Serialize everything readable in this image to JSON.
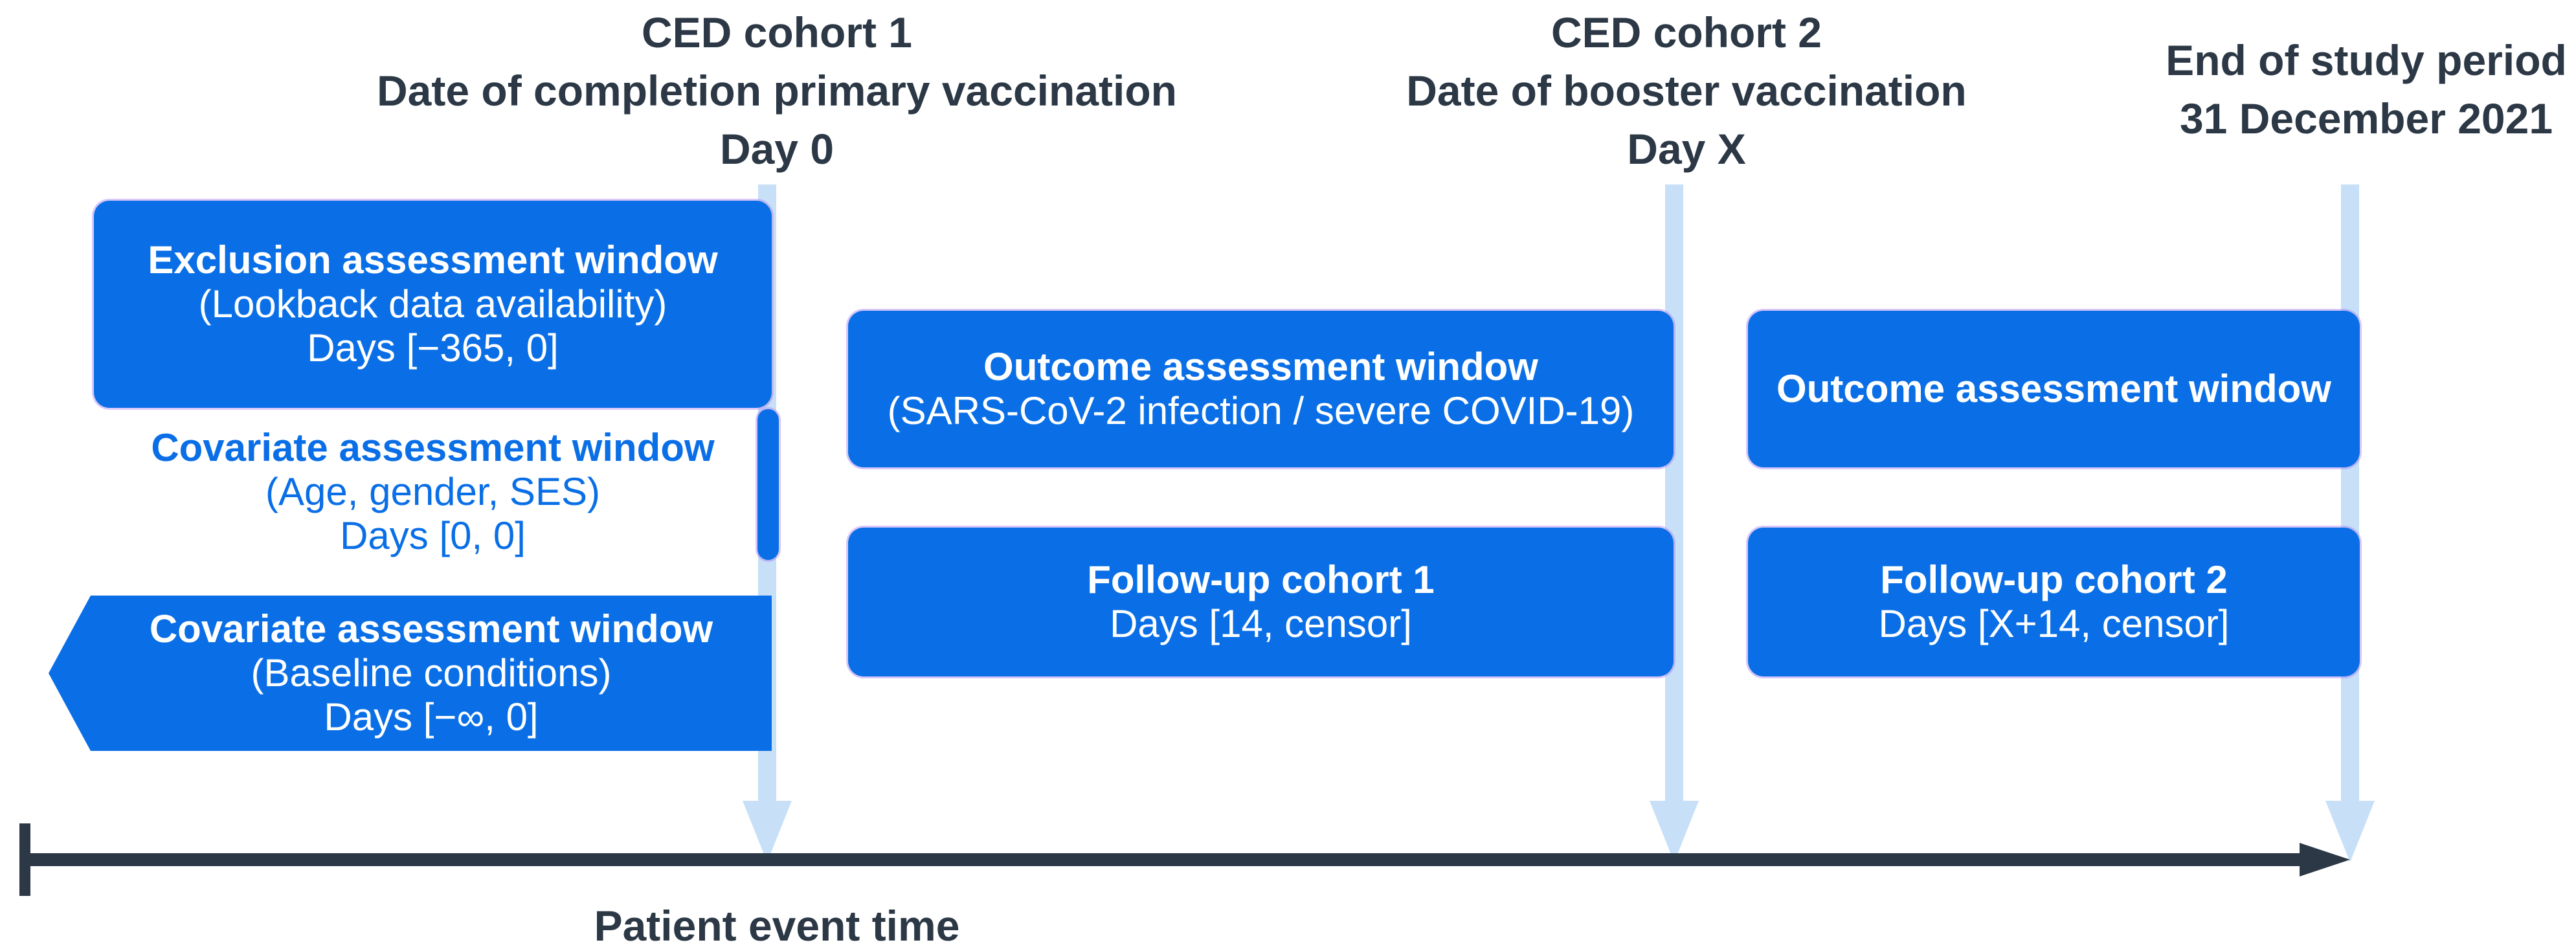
{
  "figure": {
    "description": "Study design timeline diagram with assessment windows for two CED cohorts",
    "axis_label": "Patient event time"
  },
  "colors": {
    "box_blue": "#0a6fe6",
    "arrow_light_blue": "#c7e0f8",
    "ink_dark_slate": "#2c3845",
    "box_halo_violet": "rgba(168,130,245,0.45)",
    "background": "#ffffff",
    "box_text": "#ffffff"
  },
  "milestones": {
    "cohort1": {
      "line1": "CED cohort 1",
      "line2": "Date of completion primary vaccination",
      "line3": "Day 0"
    },
    "cohort2": {
      "line1": "CED cohort 2",
      "line2": "Date of booster vaccination",
      "line3": "Day X"
    },
    "end_of_study": {
      "line1": "End of study period",
      "line2": "31 December 2021"
    }
  },
  "boxes": {
    "exclusion": {
      "title": "Exclusion assessment window",
      "subtitle": "(Lookback data availability)",
      "range": "Days [−365, 0]"
    },
    "covariate_day0": {
      "title": "Covariate assessment window",
      "subtitle": "(Age, gender, SES)",
      "range": "Days [0, 0]"
    },
    "covariate_baseline": {
      "title": "Covariate assessment window",
      "subtitle": "(Baseline conditions)",
      "range": "Days [−∞, 0]"
    },
    "outcome1": {
      "title": "Outcome assessment window",
      "subtitle": "(SARS-CoV-2 infection / severe COVID-19)"
    },
    "followup1": {
      "title": "Follow-up cohort 1",
      "range": "Days [14, censor]"
    },
    "outcome2": {
      "title": "Outcome assessment window"
    },
    "followup2": {
      "title": "Follow-up cohort 2",
      "range": "Days [X+14, censor]"
    }
  },
  "timeline": {
    "label": "Patient event time"
  }
}
